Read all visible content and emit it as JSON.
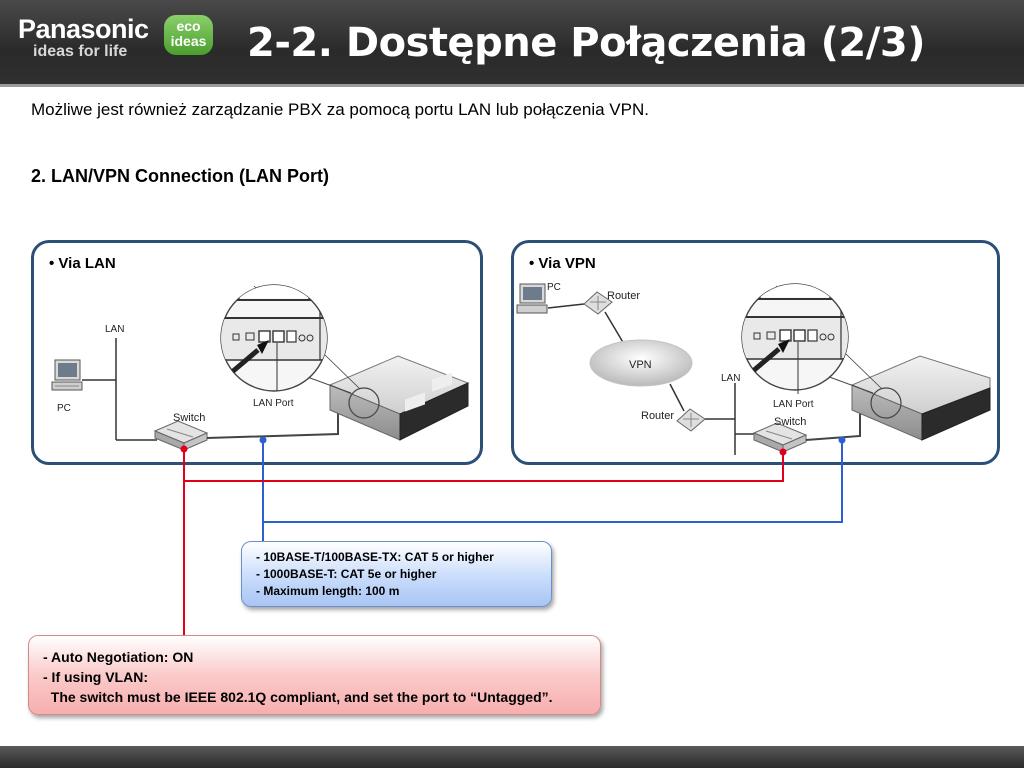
{
  "header": {
    "brand": "Panasonic",
    "tagline": "ideas for life",
    "eco_badge": [
      "eco",
      "ideas"
    ],
    "title": "2-2. Dostępne Połączenia (2/3)"
  },
  "intro": "Możliwe jest również zarządzanie PBX za pomocą portu LAN lub połączenia VPN.",
  "section_heading": "2. LAN/VPN Connection (LAN Port)",
  "panel_lan": {
    "title": "Via LAN",
    "labels": {
      "lan": "LAN",
      "pc": "PC",
      "switch": "Switch",
      "lan_port": "LAN Port"
    }
  },
  "panel_vpn": {
    "title": "Via VPN",
    "labels": {
      "pc": "PC",
      "router_top": "Router",
      "vpn": "VPN",
      "router_bottom": "Router",
      "lan": "LAN",
      "lan_port": "LAN Port",
      "switch": "Switch"
    }
  },
  "notes": {
    "cable": [
      "- 10BASE-T/100BASE-TX: CAT 5 or higher",
      "- 1000BASE-T: CAT 5e or higher",
      "- Maximum length: 100 m"
    ],
    "switch": [
      "- Auto Negotiation: ON",
      "- If using VLAN:",
      "  The switch must be IEEE 802.1Q compliant, and set the port to “Untagged”."
    ]
  },
  "colors": {
    "header_bg": "#333333",
    "panel_border": "#2c4f78",
    "red_line": "#e0001b",
    "blue_line": "#2e5fd0",
    "eco_green": "#5fb53b"
  }
}
